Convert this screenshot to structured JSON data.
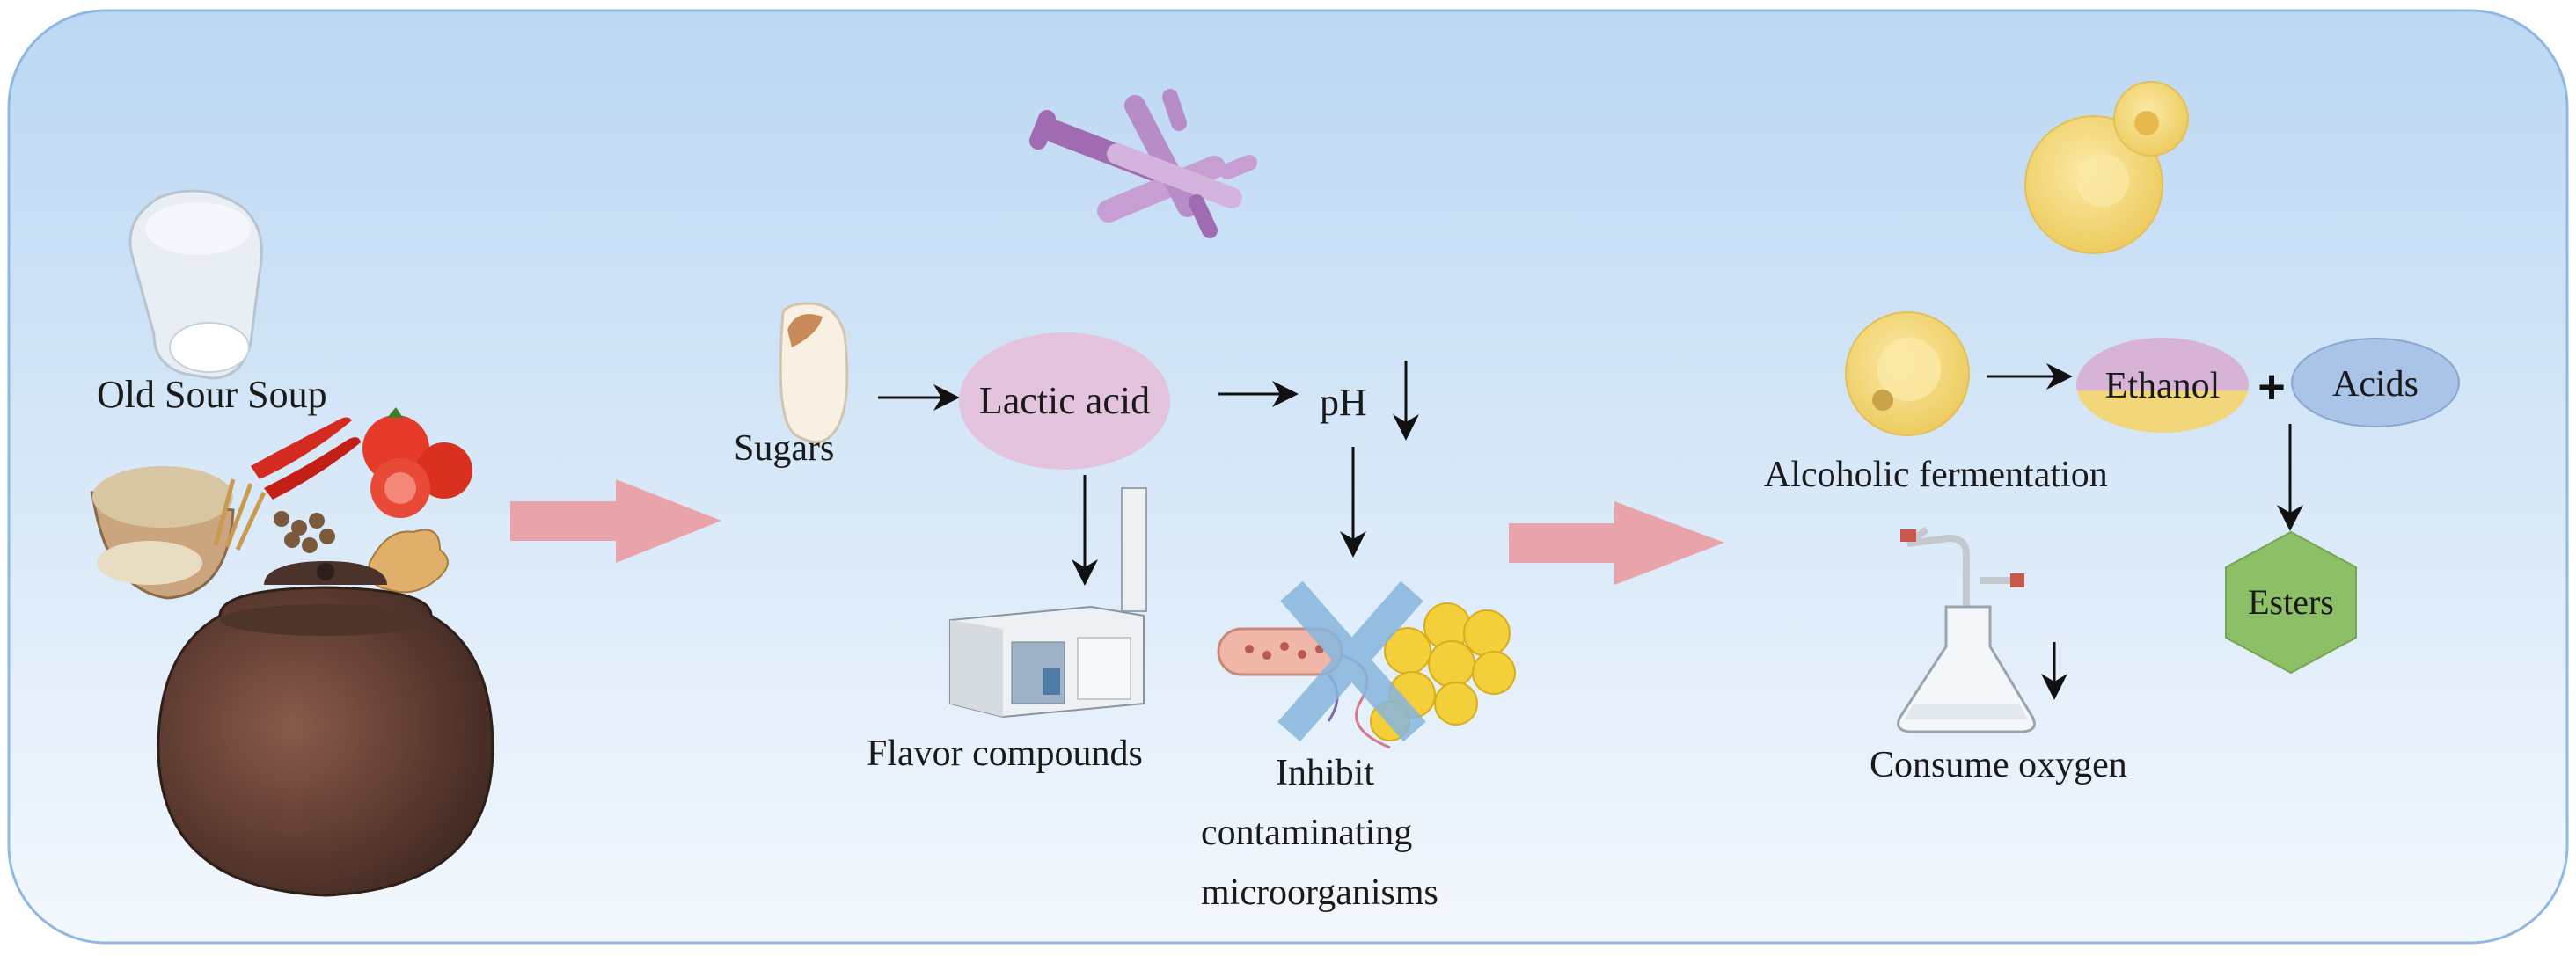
{
  "labels": {
    "old_sour_soup": "Old Sour Soup",
    "sugars": "Sugars",
    "lactic_acid": "Lactic acid",
    "ph": "pH",
    "flavor_compounds": "Flavor compounds",
    "inhibit_line1": "Inhibit",
    "inhibit_line2": "contaminating",
    "inhibit_line3": "microorganisms",
    "ethanol": "Ethanol",
    "plus": "+",
    "acids": "Acids",
    "alcoholic_fermentation": "Alcoholic fermentation",
    "esters": "Esters",
    "consume_oxygen": "Consume oxygen"
  },
  "colors": {
    "background_top": "#bcd8f3",
    "background_bottom": "#f3f8fd",
    "panel_border": "#8fb9e4",
    "big_arrow": "#e8a4aa",
    "lactic_acid_fill": "#e3c3dd",
    "ethanol_top": "#d7b3d6",
    "ethanol_bottom": "#f2d77a",
    "acids_fill": "#a9c4e6",
    "esters_fill": "#8dbf66",
    "yeast": "#f5dc83",
    "bacteria": "#b48ac4",
    "inhibit_cross": "#86b6de",
    "contaminant_cells": "#f3cf3a"
  },
  "icons": [
    "salt-shaker-icon",
    "ingredients-icon",
    "clay-pot-icon",
    "rice-grain-icon",
    "lactic-acid-bacteria-icon",
    "mass-spectrometer-icon",
    "pathogen-bacterium-icon",
    "contaminant-cluster-icon",
    "yeast-budding-icon",
    "yeast-cell-icon",
    "erlenmeyer-flask-icon"
  ]
}
